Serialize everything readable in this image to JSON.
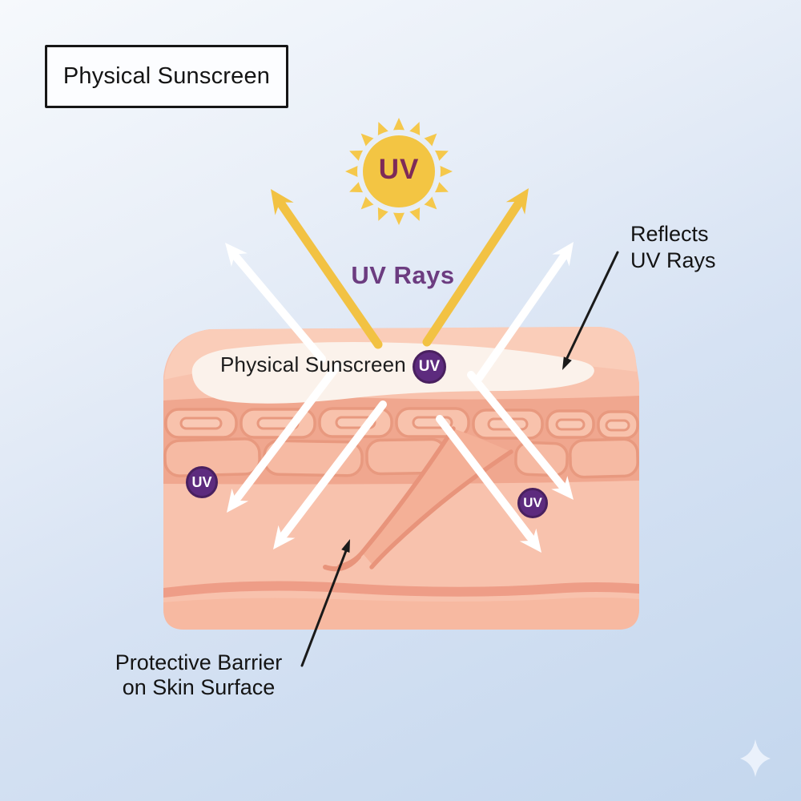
{
  "title_box": {
    "label": "Physical Sunscreen"
  },
  "sun": {
    "label": "UV"
  },
  "annotations": {
    "uv_rays_label": "UV Rays",
    "surface_label": "Physical Sunscreen",
    "reflects": {
      "line1": "Reflects",
      "line2": "UV Rays"
    },
    "barrier": {
      "line1": "Protective Barrier",
      "line2": "on Skin Surface"
    }
  },
  "uv_badges": [
    {
      "id": "on-sunscreen-layer",
      "label": "UV"
    },
    {
      "id": "in-skin-left",
      "label": "UV"
    },
    {
      "id": "in-skin-right",
      "label": "UV"
    }
  ],
  "colors": {
    "background_top": "#F5F8FC",
    "background_bottom": "#C4D7EE",
    "sun_yellow": "#F3C543",
    "uv_arrow_yellow": "#F2C243",
    "reflect_arrow_white": "#FFFFFF",
    "uv_badge_purple": "#5D2B7E",
    "uv_rays_text_purple": "#6C3C80",
    "sun_uv_text_plum": "#7E2A58",
    "skin_light": "#F8C2AD",
    "skin_deep": "#F0A78F",
    "sunscreen_layer_white": "#FBF2EB",
    "annotation_black": "#1A1A1A"
  }
}
